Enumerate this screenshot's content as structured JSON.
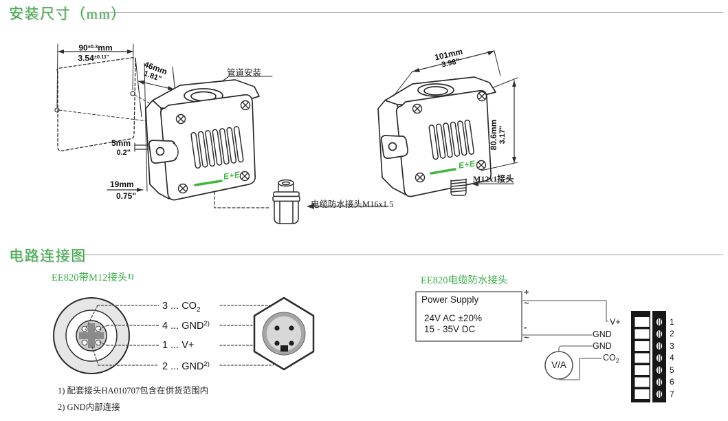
{
  "document": {
    "section_mounting_title": "安装尺寸（mm）",
    "section_wiring_title": "电路连接图"
  },
  "mounting": {
    "hole_spacing_mm": {
      "value": "90",
      "tol": "±0.3",
      "unit": "mm"
    },
    "hole_spacing_in": {
      "value": "3.54",
      "tol": "±0.11\""
    },
    "depth_mm": "46mm",
    "depth_in": "1.81\"",
    "tab_mm": "5mm",
    "tab_in": "0.2\"",
    "base_mm": "19mm",
    "base_in": "0.75\"",
    "duct_mount_label": "管道安装",
    "cable_gland_label": "电缆防水接头M16x1.5",
    "width_mm": "101mm",
    "width_in": "3.98\"",
    "height_mm": "80.6mm",
    "height_in": "3.17\"",
    "m12_label": "M12x1接头",
    "logo_text": "E+E"
  },
  "wiring": {
    "left_variant_title": "EE820带M12接头",
    "left_variant_sup": "1)",
    "right_variant_title": "EE820电缆防水接头",
    "pins": [
      {
        "text": "3 ... CO",
        "sub": "2",
        "sup": ""
      },
      {
        "text": "4 ... GND",
        "sub": "",
        "sup": "2)"
      },
      {
        "text": "1 ... V+",
        "sub": "",
        "sup": ""
      },
      {
        "text": "2 ... GND",
        "sub": "",
        "sup": "2)"
      }
    ],
    "power_supply": {
      "title": "Power Supply",
      "spec1": "24V AC ±20%",
      "spec2": "15 - 35V DC",
      "plus": "+",
      "tilde_top": "~",
      "minus": "-",
      "tilde_bottom": "~"
    },
    "wire_labels": {
      "v_plus": "V+",
      "gnd_a": "GND",
      "gnd_b": "GND",
      "co2_text": "CO",
      "co2_sub": "2"
    },
    "meter_label": "V/A",
    "terminal_numbers": [
      "1",
      "2",
      "3",
      "4",
      "5",
      "6",
      "7"
    ],
    "footnotes": [
      "1) 配套接头HA010707包含在供货范围内",
      "2) GND内部连接"
    ]
  },
  "colors": {
    "accent_green": "#3cb04a",
    "logo_green": "#3db83e",
    "line": "#2b2b2b"
  }
}
